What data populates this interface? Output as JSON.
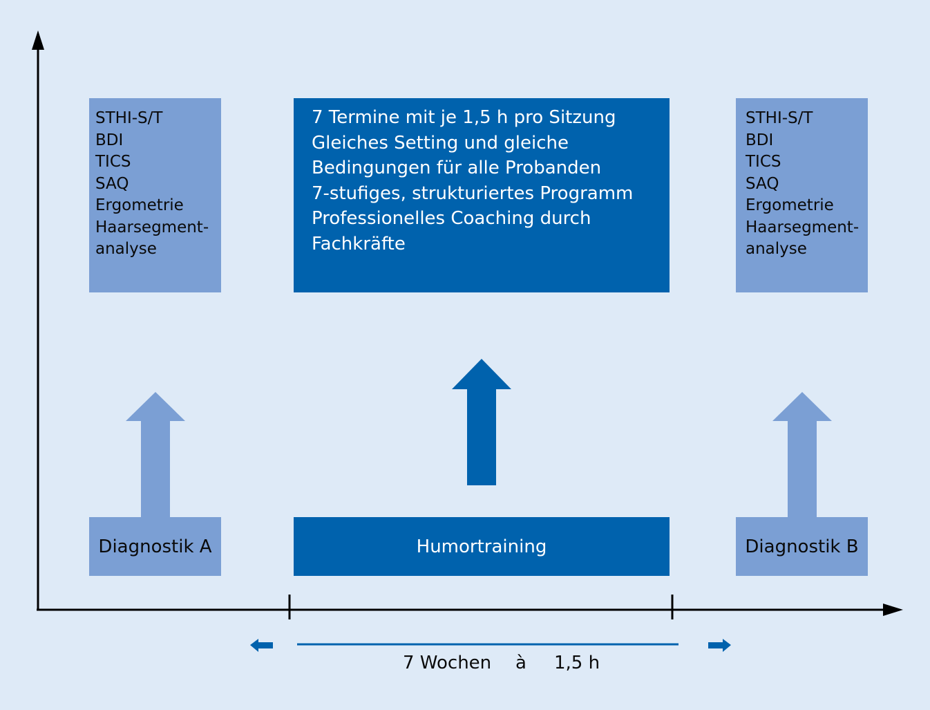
{
  "colors": {
    "background": "#deeaf7",
    "light_box": "#7b9fd4",
    "dark_box": "#0062ad",
    "axis": "#000000"
  },
  "diagnostic_a": {
    "label": "Diagnostik A",
    "items": [
      "STHI-S/T",
      "BDI",
      "TICS",
      "SAQ",
      "Ergometrie",
      "Haarsegment-",
      "analyse"
    ]
  },
  "training": {
    "label": "Humortraining",
    "description": [
      "7 Termine mit je 1,5 h pro Sitzung",
      "Gleiches Setting und gleiche",
      "Bedingungen für alle Probanden",
      "7-stufiges, strukturiertes Programm",
      "Professionelles Coaching durch",
      "Fachkräfte"
    ]
  },
  "diagnostic_b": {
    "label": "Diagnostik B",
    "items": [
      "STHI-S/T",
      "BDI",
      "TICS",
      "SAQ",
      "Ergometrie",
      "Haarsegment-",
      "analyse"
    ]
  },
  "duration": {
    "weeks": "7 Wochen",
    "a": "à",
    "hours": "1,5 h"
  }
}
